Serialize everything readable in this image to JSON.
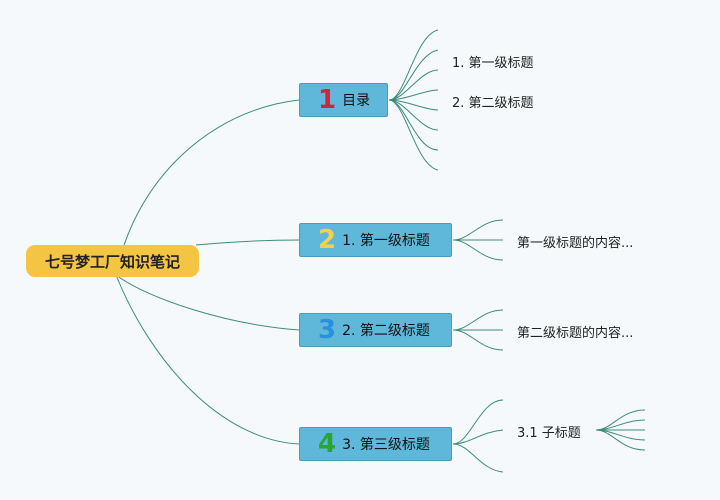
{
  "root": {
    "label": "七号梦工厂知识笔记"
  },
  "branches": [
    {
      "badge": "1",
      "badge_color": "#d4233b",
      "label": "目录",
      "children": [
        "1. 第一级标题",
        "2. 第二级标题"
      ]
    },
    {
      "badge": "2",
      "badge_color": "#f2d24a",
      "label": "1. 第一级标题",
      "children": [
        "第一级标题的内容..."
      ]
    },
    {
      "badge": "3",
      "badge_color": "#2b8fe0",
      "label": "2. 第二级标题",
      "children": [
        "第二级标题的内容..."
      ]
    },
    {
      "badge": "4",
      "badge_color": "#2aa52e",
      "label": "3. 第三级标题",
      "children": [
        "3.1 子标题"
      ]
    }
  ],
  "colors": {
    "line": "#3d8c7a",
    "root_bg": "#f4c542",
    "branch_bg": "#5fb7d9"
  }
}
